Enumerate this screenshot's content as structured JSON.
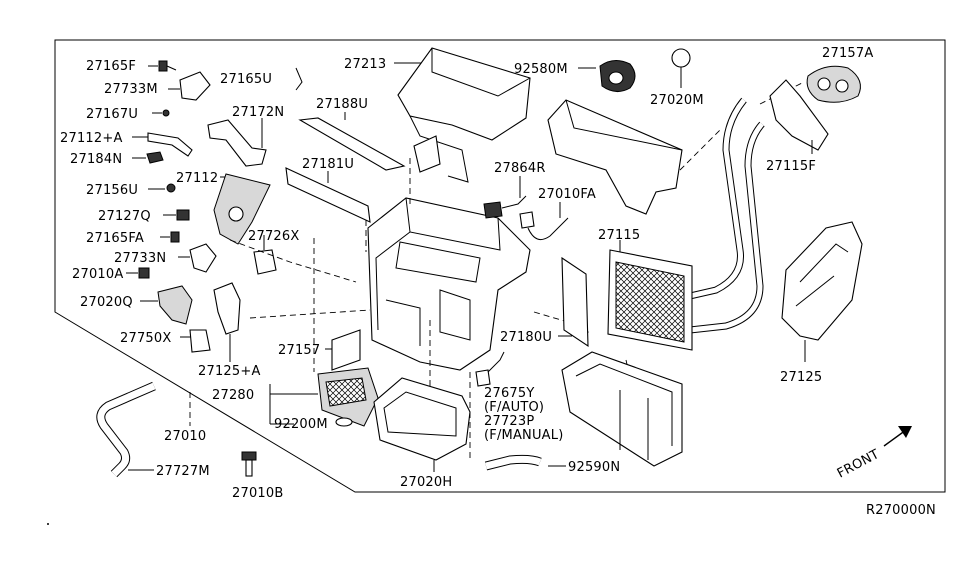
{
  "labels": {
    "l27165F": "27165F",
    "l27733M": "27733M",
    "l27167U": "27167U",
    "l27112A": "27112+A",
    "l27184N": "27184N",
    "l27156U": "27156U",
    "l27127Q": "27127Q",
    "l27165FA": "27165FA",
    "l27733N": "27733N",
    "l27010A": "27010A",
    "l27020Q": "27020Q",
    "l27750X": "27750X",
    "l27125A": "27125+A",
    "l27165U": "27165U",
    "l27172N": "27172N",
    "l27112": "27112",
    "l27726X": "27726X",
    "l27213": "27213",
    "l27188U": "27188U",
    "l27181U": "27181U",
    "l27157": "27157",
    "l27280": "27280",
    "l92200M": "92200M",
    "l27010": "27010",
    "l27727M": "27727M",
    "l27010B": "27010B",
    "l92580M": "92580M",
    "l27020M": "27020M",
    "l27157A": "27157A",
    "l27115F": "27115F",
    "l27864R": "27864R",
    "l27010FA": "27010FA",
    "l27115": "27115",
    "l27180U": "27180U",
    "l27125": "27125",
    "l27675Y": "27675Y",
    "lFAuto": "(F/AUTO)",
    "l27723P": "27723P",
    "lFManual": "(F/MANUAL)",
    "l27020H": "27020H",
    "l92590N": "92590N",
    "front": "FRONT",
    "ref": "R270000N"
  }
}
